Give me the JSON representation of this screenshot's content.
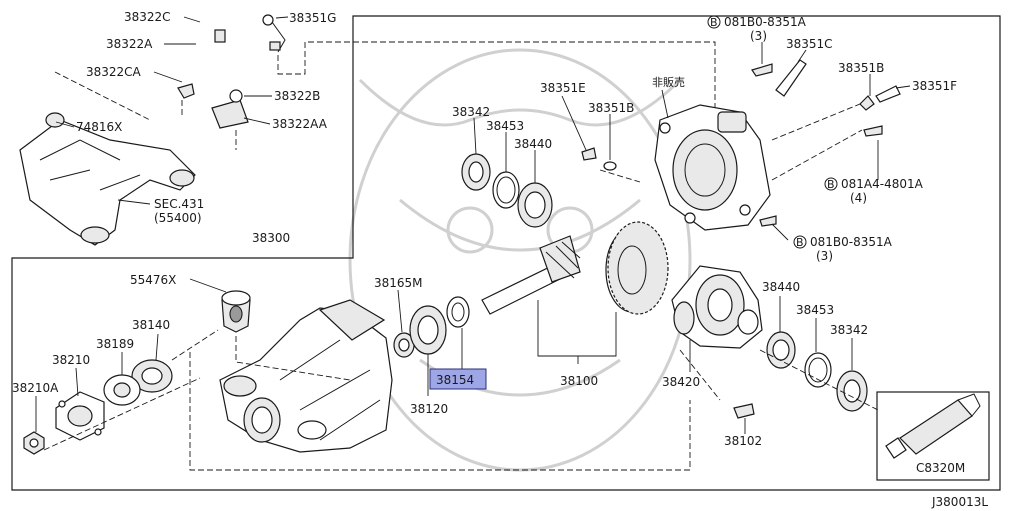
{
  "diagram_code": "J380013L",
  "highlight_color": "#9ea6e6",
  "callouts": {
    "p38322C": "38322C",
    "p38351G": "38351G",
    "p38322A": "38322A",
    "p38322CA": "38322CA",
    "p38322B": "38322B",
    "p74816X": "74816X",
    "p38322AA": "38322AA",
    "sec431": "SEC.431",
    "sec431sub": "(55400)",
    "p38300": "38300",
    "p081B0_top": "081B0-8351A",
    "p081B0_top_qty": "(3)",
    "p38351C": "38351C",
    "p38351B_r": "38351B",
    "p38351F": "38351F",
    "hanbai": "非販売",
    "p38342_t": "38342",
    "p38453_t": "38453",
    "p38440_t": "38440",
    "p38351E": "38351E",
    "p38351B_m": "38351B",
    "p081A4": "081A4-4801A",
    "p081A4_qty": "(4)",
    "p081B0_bot": "081B0-8351A",
    "p081B0_bot_qty": "(3)",
    "p55476X": "55476X",
    "p38165M": "38165M",
    "p38140": "38140",
    "p38189": "38189",
    "p38210": "38210",
    "p38210A": "38210A",
    "p38154": "38154",
    "p38120": "38120",
    "p38100": "38100",
    "p38440_b": "38440",
    "p38453_b": "38453",
    "p38342_b": "38342",
    "p38420": "38420",
    "p38102": "38102",
    "pC8320M": "C8320M"
  }
}
